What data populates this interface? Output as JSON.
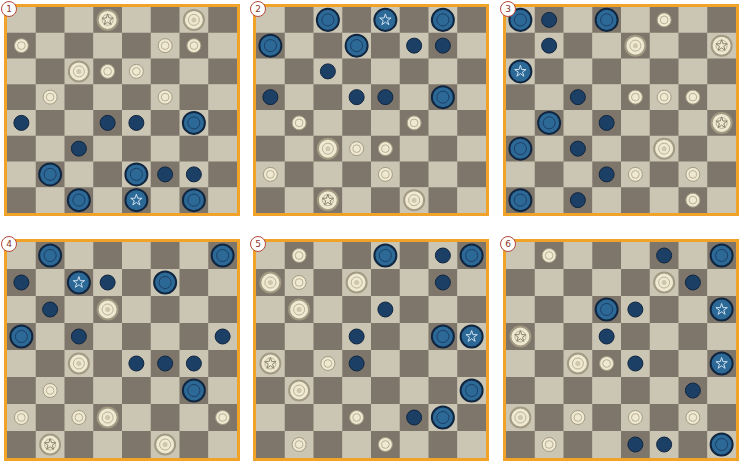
{
  "diagram": {
    "nodes": [
      {
        "text": [
          "1"
        ]
      },
      {
        "text": [
          "2"
        ]
      },
      {
        "text": [
          "3"
        ]
      },
      {
        "text": [
          "4"
        ]
      },
      {
        "text": [
          "5"
        ]
      },
      {
        "text": [
          "6"
        ]
      }
    ]
  }
}
